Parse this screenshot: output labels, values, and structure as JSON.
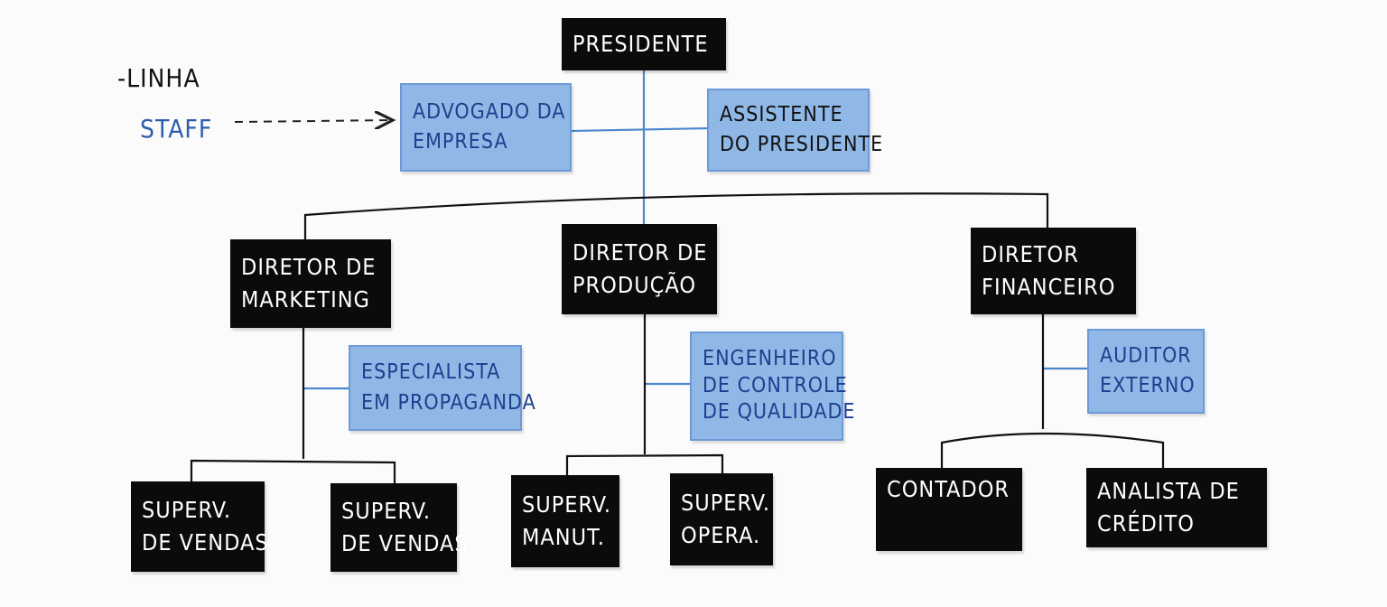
{
  "legend": {
    "line_label": "-LINHA",
    "staff_label": "STAFF"
  },
  "nodes": {
    "presidente": [
      "PRESIDENTE"
    ],
    "advogado": [
      "ADVOGADO DA",
      "EMPRESA"
    ],
    "assistente": [
      "ASSISTENTE",
      "DO PRESIDENTE"
    ],
    "dir_marketing": [
      "DIRETOR DE",
      "MARKETING"
    ],
    "dir_producao": [
      "DIRETOR DE",
      "PRODUÇÃO"
    ],
    "dir_financeiro": [
      "DIRETOR",
      "FINANCEIRO"
    ],
    "especialista": [
      "ESPECIALISTA",
      "EM PROPAGANDA"
    ],
    "engenheiro": [
      "ENGENHEIRO",
      "DE CONTROLE",
      "DE QUALIDADE"
    ],
    "auditor": [
      "AUDITOR",
      "EXTERNO"
    ],
    "superv_vendas_1": [
      "SUPERV.",
      "DE VENDAS"
    ],
    "superv_vendas_2": [
      "SUPERV.",
      "DE VENDAS"
    ],
    "superv_manut": [
      "SUPERV.",
      "MANUT."
    ],
    "superv_opera": [
      "SUPERV.",
      "OPERA."
    ],
    "contador": [
      "CONTADOR"
    ],
    "analista": [
      "ANALISTA DE",
      "CRÉDITO"
    ]
  },
  "colors": {
    "line_box": "#0b0b0b",
    "line_text": "#ffffff",
    "staff_box": "#8fb8e6",
    "staff_text": "#1d3f8f",
    "line_connector": "#111111",
    "staff_connector": "#4a86cf"
  }
}
